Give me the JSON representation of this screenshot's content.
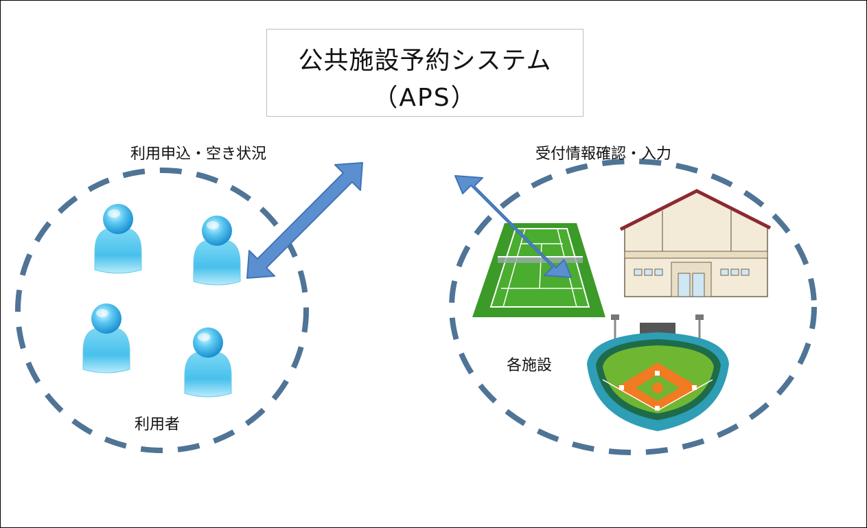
{
  "title": {
    "line1": "公共施設予約システム",
    "line2": "（APS）"
  },
  "labels": {
    "left_top": "利用申込・空き状況",
    "right_top": "受付情報確認・入力",
    "users": "利用者",
    "facilities": "各施設"
  },
  "colors": {
    "dashed_circle": "#4f7496",
    "arrow": "#5b8fd0",
    "arrow_outline": "#3f74b5",
    "user_icon": "#49c3f0",
    "court": "#3c9a28",
    "stadium_field": "#6fb632",
    "infield_dirt": "#f27a22",
    "building_roof": "#8b2a2f"
  },
  "icons": {
    "user": "user-icon",
    "tennis_court": "tennis-court-icon",
    "gym_building": "gymnasium-icon",
    "baseball_stadium": "baseball-stadium-icon"
  }
}
